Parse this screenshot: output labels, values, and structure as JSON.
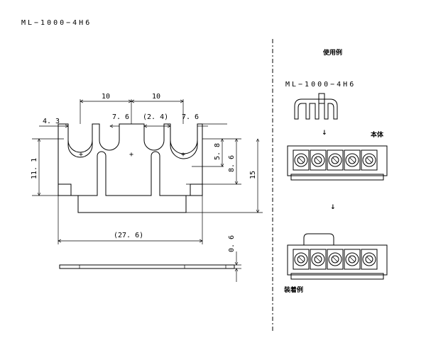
{
  "title": "ML−1000−4H6",
  "dimensions": {
    "pitch_1": "10",
    "pitch_2": "10",
    "left_margin": "4. 3",
    "slot_a": "7. 6",
    "slot_ref": "(2. 4)",
    "slot_b": "7. 6",
    "left_height": "11. 1",
    "slot_depth": "5. 8",
    "mid_height": "8. 6",
    "total_height": "15",
    "overall_width": "(27. 6)",
    "thickness": "0. 6"
  },
  "usage": {
    "heading": "使用例",
    "model": "ML−1000−4H6",
    "body_label": "本体",
    "arrow_1": "↓",
    "arrow_2": "↓",
    "mounted_label": "装着例"
  },
  "colors": {
    "line": "#000000",
    "background": "#ffffff"
  }
}
